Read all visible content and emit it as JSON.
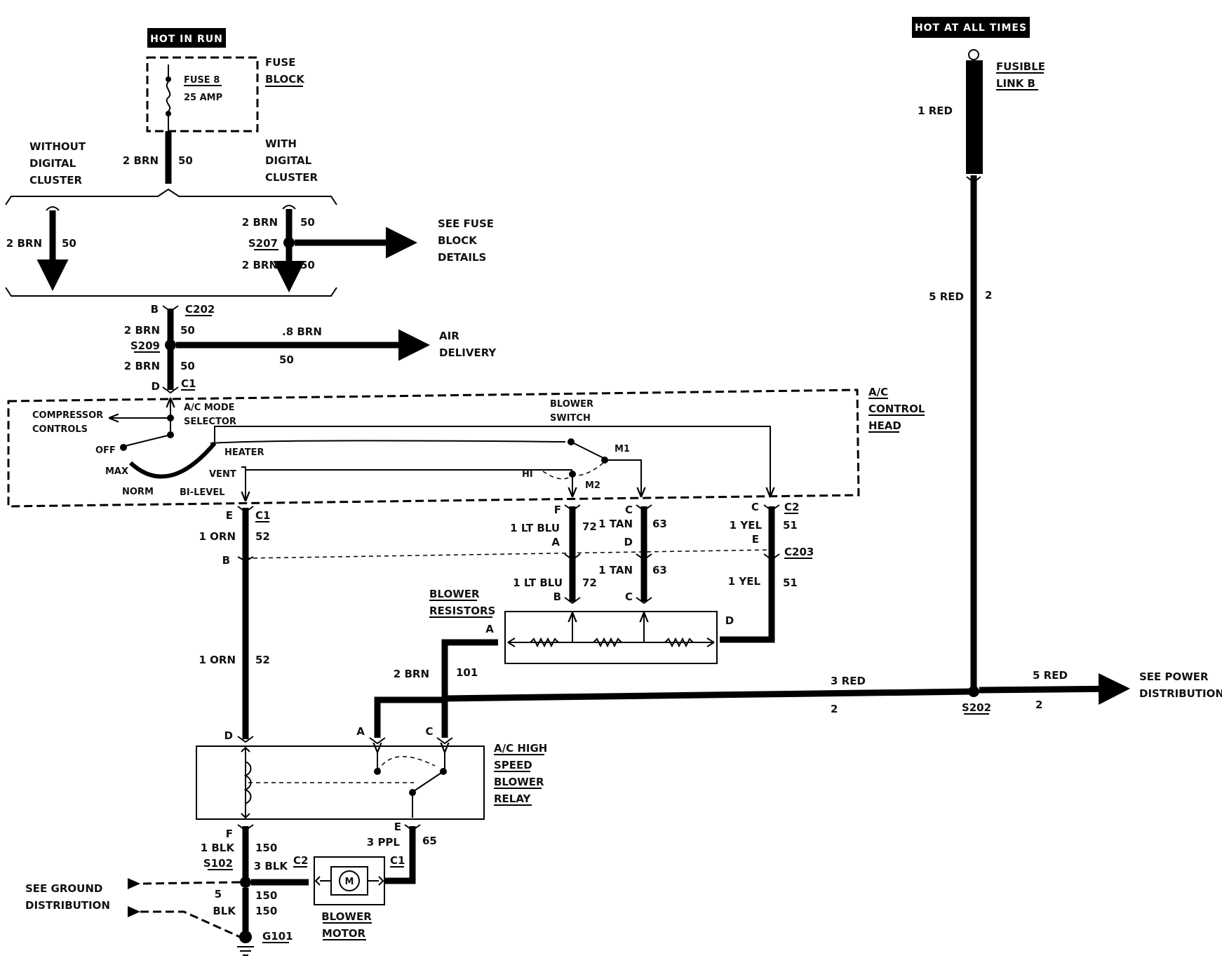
{
  "labels": {
    "hot_in_run": "HOT IN RUN",
    "hot_at_all_times": "HOT AT ALL TIMES",
    "fuse_block": [
      "FUSE",
      "BLOCK"
    ],
    "fuse": [
      "FUSE 8",
      "25 AMP"
    ],
    "fusible_link": [
      "FUSIBLE",
      "LINK B"
    ],
    "without_digital": [
      "WITHOUT",
      "DIGITAL",
      "CLUSTER"
    ],
    "with_digital": [
      "WITH",
      "DIGITAL",
      "CLUSTER"
    ],
    "see_fuse_block": [
      "SEE FUSE",
      "BLOCK",
      "DETAILS"
    ],
    "air_delivery": [
      "AIR",
      "DELIVERY"
    ],
    "ac_control_head": [
      "A/C",
      "CONTROL",
      "HEAD"
    ],
    "ac_mode_selector": [
      "A/C MODE",
      "SELECTOR"
    ],
    "compressor_controls": [
      "COMPRESSOR",
      "CONTROLS"
    ],
    "blower_switch": [
      "BLOWER",
      "SWITCH"
    ],
    "blower_resistors": [
      "BLOWER",
      "RESISTORS"
    ],
    "relay": [
      "A/C HIGH",
      "SPEED",
      "BLOWER",
      "RELAY"
    ],
    "blower_motor": [
      "BLOWER",
      "MOTOR"
    ],
    "see_ground": [
      "SEE GROUND",
      "DISTRIBUTION"
    ],
    "see_power": [
      "SEE POWER",
      "DISTRIBUTION"
    ],
    "motor_symbol": "M"
  },
  "selector_positions": {
    "off": "OFF",
    "max": "MAX",
    "norm": "NORM",
    "bilevel": "BI-LEVEL",
    "vent": "VENT",
    "heater": "HEATER"
  },
  "switch_positions": {
    "hi": "HI",
    "m1": "M1",
    "m2": "M2"
  },
  "splices": {
    "s207": "S207",
    "s209": "S209",
    "s202": "S202",
    "s102": "S102"
  },
  "connectors": {
    "c202": "C202",
    "c1": "C1",
    "c2": "C2",
    "c203": "C203",
    "g101": "G101"
  },
  "pins": {
    "B": "B",
    "D": "D",
    "E": "E",
    "F": "F",
    "A": "A",
    "C": "C"
  },
  "wires": {
    "fuse_out": {
      "gauge": "2 BRN",
      "circuit": "50"
    },
    "left_path": {
      "gauge": "2 BRN",
      "circuit": "50"
    },
    "s207_top": {
      "gauge": "2 BRN",
      "circuit": "50"
    },
    "s207_bottom": {
      "gauge": "2 BRN",
      "circuit": "50"
    },
    "c202_out": {
      "gauge": "2 BRN",
      "circuit": "50"
    },
    "air_branch": {
      "gauge": ".8 BRN",
      "circuit": "50"
    },
    "to_head": {
      "gauge": "2 BRN",
      "circuit": "50"
    },
    "orn_top": {
      "gauge": "1 ORN",
      "circuit": "52"
    },
    "orn_long": {
      "gauge": "1 ORN",
      "circuit": "52"
    },
    "ltblu_top": {
      "gauge": "1 LT BLU",
      "circuit": "72"
    },
    "ltblu_bot": {
      "gauge": "1 LT BLU",
      "circuit": "72"
    },
    "tan_top": {
      "gauge": "1 TAN",
      "circuit": "63"
    },
    "tan_bot": {
      "gauge": "1 TAN",
      "circuit": "63"
    },
    "yel_top": {
      "gauge": "1 YEL",
      "circuit": "51"
    },
    "yel_bot": {
      "gauge": "1 YEL",
      "circuit": "51"
    },
    "brn_101": {
      "gauge": "2 BRN",
      "circuit": "101"
    },
    "red_3": {
      "gauge": "3 RED",
      "circuit": "2"
    },
    "red_5_out": {
      "gauge": "5 RED",
      "circuit": "2"
    },
    "red_5_vert": {
      "gauge": "5 RED",
      "circuit": "2"
    },
    "red_1": {
      "gauge": "1 RED"
    },
    "ppl": {
      "gauge": "3 PPL",
      "circuit": "65"
    },
    "blk_1": {
      "gauge": "1 BLK",
      "circuit": "150"
    },
    "blk_3": {
      "gauge": "3 BLK"
    },
    "blk_5": {
      "gauge": "5",
      "color": "BLK",
      "circuit_a": "150",
      "circuit_b": "150"
    }
  }
}
